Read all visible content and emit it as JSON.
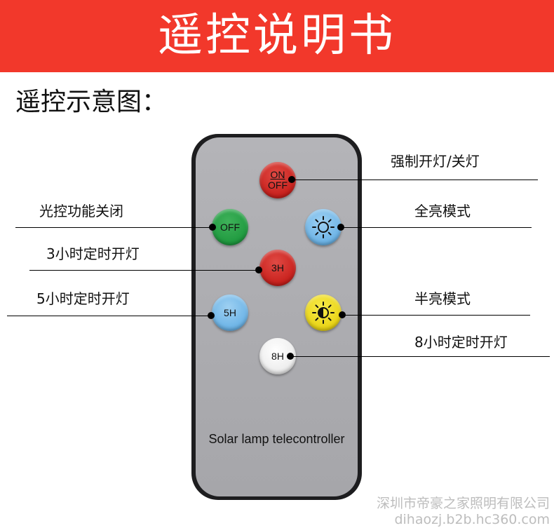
{
  "header": {
    "title": "遥控说明书"
  },
  "section": {
    "title": "遥控示意图："
  },
  "remote": {
    "brand_text": "Solar lamp telecontroller",
    "buttons": {
      "on_off": {
        "top": "ON",
        "bottom": "OFF"
      },
      "off": "OFF",
      "three_h": "3H",
      "five_h": "5H",
      "eight_h": "8H"
    }
  },
  "labels": {
    "force_on_off": "强制开灯/关灯",
    "light_control_off": "光控功能关闭",
    "full_bright": "全亮模式",
    "timer_3h": "3小时定时开灯",
    "timer_5h": "5小时定时开灯",
    "half_bright": "半亮模式",
    "timer_8h": "8小时定时开灯"
  },
  "watermark": {
    "company": "深圳市帝豪之家照明有限公司",
    "site": "dihaozj.b2b.hc360.com"
  },
  "colors": {
    "banner": "#f2382b",
    "button_red": "#c8201c",
    "button_green": "#1f9a3f",
    "button_blue": "#6bb3e6",
    "button_yellow": "#e9d415",
    "button_white": "#ececec"
  },
  "icons": {
    "full_bright": "sun-icon",
    "half_bright": "half-sun-icon"
  }
}
